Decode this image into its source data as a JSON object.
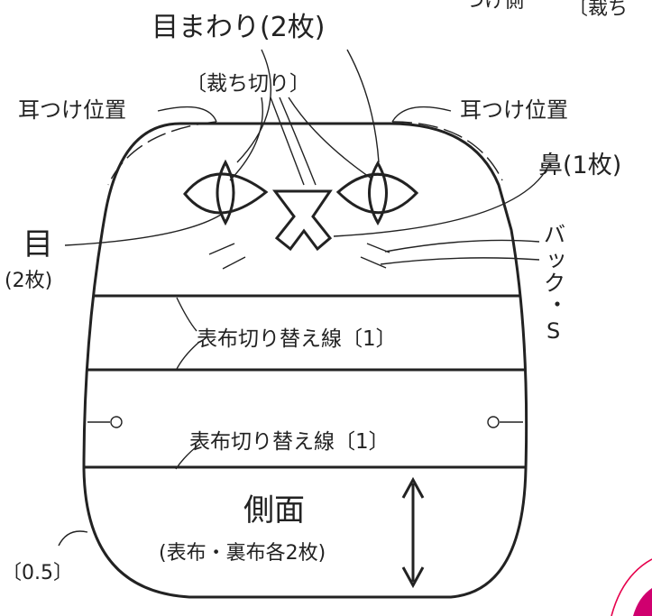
{
  "labels": {
    "top_cut_left": "つけ側",
    "top_cut_right": "〔裁ち",
    "eye_rim": "目まわり(2枚)",
    "cut_off": "〔裁ち切り〕",
    "ear_left": "耳つけ位置",
    "ear_right": "耳つけ位置",
    "nose": "鼻(1枚)",
    "eye": "目",
    "eye_count": "(2枚)",
    "back_stitch_1": "バ",
    "back_stitch_2": "ッ",
    "back_stitch_3": "ク",
    "back_stitch_4": "・",
    "back_stitch_5": "S",
    "switch_line_1": "表布切り替え線〔1〕",
    "switch_line_2": "表布切り替え線〔1〕",
    "side_title": "側面",
    "side_sub": "(表布・裏布各2枚)",
    "seam": "〔0.5〕"
  },
  "colors": {
    "line": "#222222",
    "accent_red": "#e6004c",
    "accent_magenta": "#d0006f"
  }
}
